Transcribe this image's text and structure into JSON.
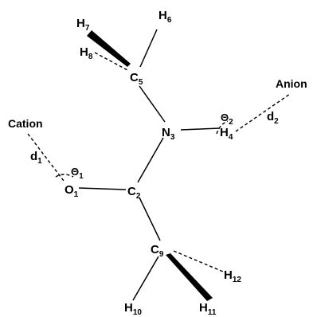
{
  "atoms": [
    {
      "id": "H7",
      "element": "H",
      "index": "7"
    },
    {
      "id": "H6",
      "element": "H",
      "index": "6"
    },
    {
      "id": "H8",
      "element": "H",
      "index": "8"
    },
    {
      "id": "C5",
      "element": "C",
      "index": "5"
    },
    {
      "id": "N3",
      "element": "N",
      "index": "3"
    },
    {
      "id": "H4",
      "element": "H",
      "index": "4"
    },
    {
      "id": "O1",
      "element": "O",
      "index": "1"
    },
    {
      "id": "C2",
      "element": "C",
      "index": "2"
    },
    {
      "id": "C9",
      "element": "C",
      "index": "9"
    },
    {
      "id": "H12",
      "element": "H",
      "index": "12"
    },
    {
      "id": "H10",
      "element": "H",
      "index": "10"
    },
    {
      "id": "H11",
      "element": "H",
      "index": "11"
    }
  ],
  "bonds": [
    {
      "from": "C5",
      "to": "H6",
      "style": "solid"
    },
    {
      "from": "C5",
      "to": "H7",
      "style": "wedge"
    },
    {
      "from": "C5",
      "to": "H8",
      "style": "dashed"
    },
    {
      "from": "C5",
      "to": "N3",
      "style": "solid"
    },
    {
      "from": "N3",
      "to": "H4",
      "style": "solid"
    },
    {
      "from": "N3",
      "to": "C2",
      "style": "solid"
    },
    {
      "from": "C2",
      "to": "O1",
      "style": "solid"
    },
    {
      "from": "C2",
      "to": "C9",
      "style": "solid"
    },
    {
      "from": "C9",
      "to": "H10",
      "style": "solid"
    },
    {
      "from": "C9",
      "to": "H11",
      "style": "wedge"
    },
    {
      "from": "C9",
      "to": "H12",
      "style": "dashed"
    }
  ],
  "interactions": {
    "cation": {
      "label": "Cation",
      "distance": {
        "symbol": "d",
        "index": "1"
      },
      "angle": {
        "symbol": "Θ",
        "index": "1"
      }
    },
    "anion": {
      "label": "Anion",
      "distance": {
        "symbol": "d",
        "index": "2"
      },
      "angle": {
        "symbol": "Θ",
        "index": "2"
      }
    }
  }
}
